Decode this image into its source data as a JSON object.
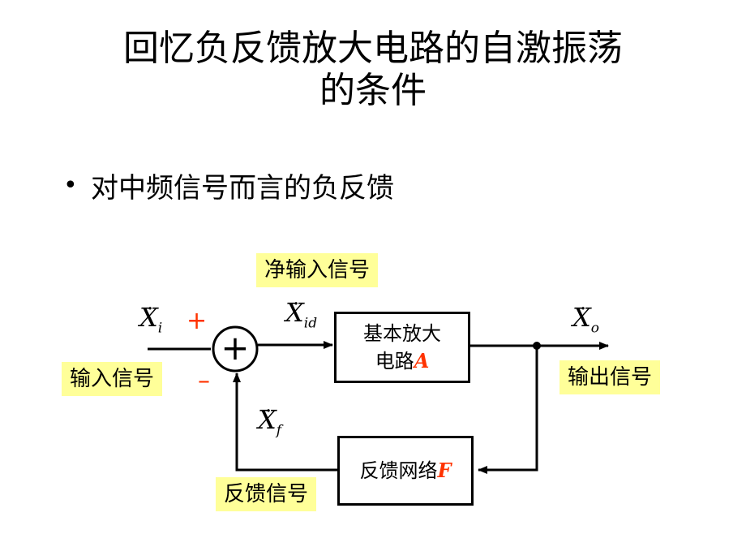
{
  "title": {
    "line1": "回忆负反馈放大电路的自激振荡",
    "line2": "的条件"
  },
  "bullet": {
    "symbol": "•",
    "text": "对中频信号而言的负反馈"
  },
  "diagram": {
    "labels": {
      "net_input": "净输入信号",
      "input": "输入信号",
      "output": "输出信号",
      "feedback": "反馈信号"
    },
    "amplifier": {
      "line1": "基本放大",
      "line2_prefix": "电路",
      "symbol": "A"
    },
    "feedback_network": {
      "prefix": "反馈网络",
      "symbol": "F"
    },
    "summer": {
      "symbol": "+",
      "plus": "+",
      "minus": "–"
    },
    "signals": {
      "xi": {
        "base": "X",
        "sub": "i"
      },
      "xid": {
        "base": "X",
        "sub": "id"
      },
      "xo": {
        "base": "X",
        "sub": "o"
      },
      "xf": {
        "base": "X",
        "sub": "f"
      }
    },
    "colors": {
      "highlight": "#ffff99",
      "accent": "#ff3300"
    }
  }
}
